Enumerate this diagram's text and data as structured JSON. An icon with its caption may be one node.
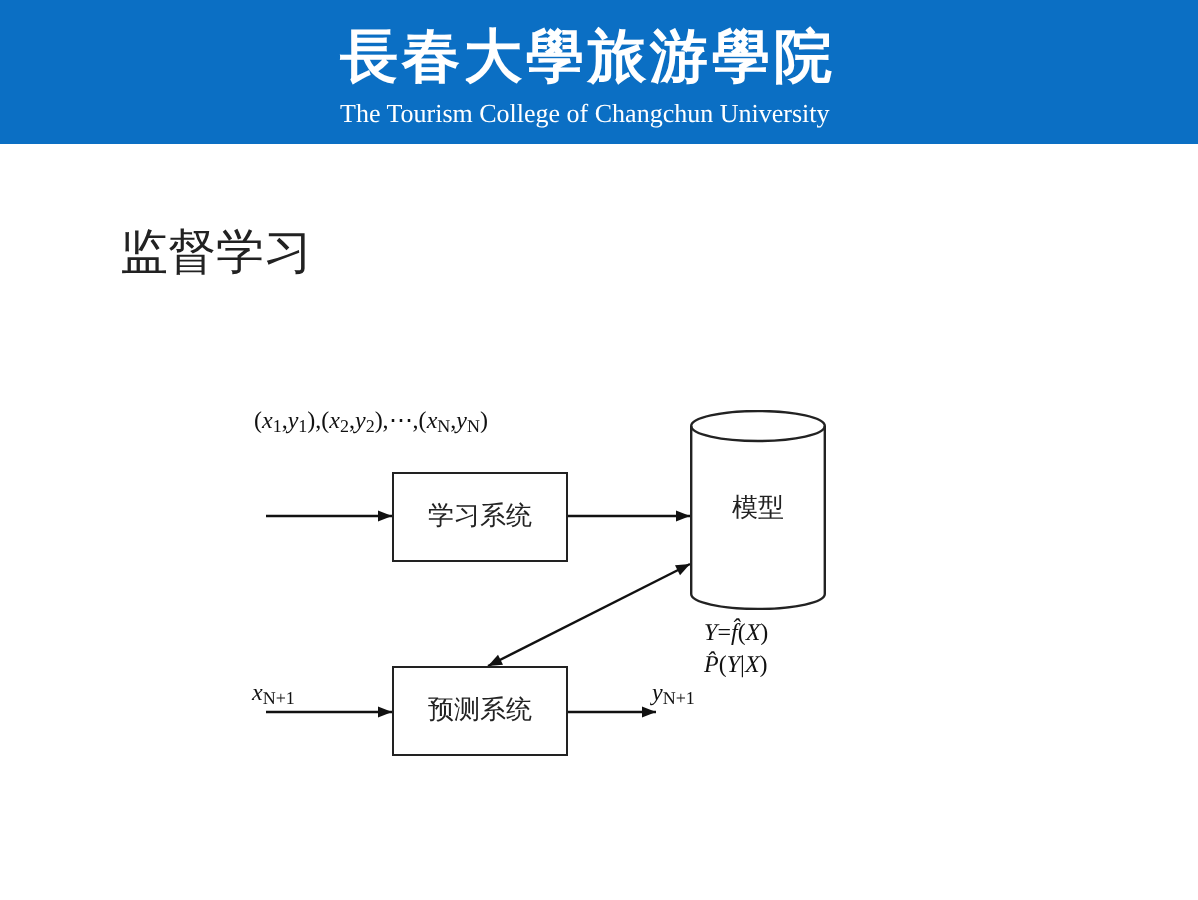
{
  "diagram": {
    "title": "监督学习",
    "nodes": [
      {
        "text": [
          "学习系统"
        ]
      },
      {
        "text": [
          "模型"
        ],
        "beside": [
          "*Y*=*f̂*(*X*)",
          "*P̂*(*Y*|*X*)"
        ]
      },
      {
        "text": [
          "预测系统"
        ]
      }
    ],
    "edges": [
      {
        "from": null,
        "to": 0,
        "arrow": "to",
        "label": "(*x*$_{1}$,*y*$_{1}$),(*x*$_{2}$,*y*$_{2}$),⋯,(*x*$_{N}$,*y*$_{N}$)"
      },
      {
        "from": 0,
        "to": 1,
        "arrow": "to"
      },
      {
        "from": 1,
        "to": 2,
        "arrow": "both"
      },
      {
        "from": null,
        "to": 2,
        "arrow": "to",
        "label": "*x*$_{N+1}$"
      },
      {
        "from": 2,
        "to": null,
        "arrow": "to",
        "label": "*y*$_{N+1}$"
      }
    ],
    "labels": [
      "長春大學旅游學院",
      "The Tourism College of Changchun University"
    ]
  }
}
